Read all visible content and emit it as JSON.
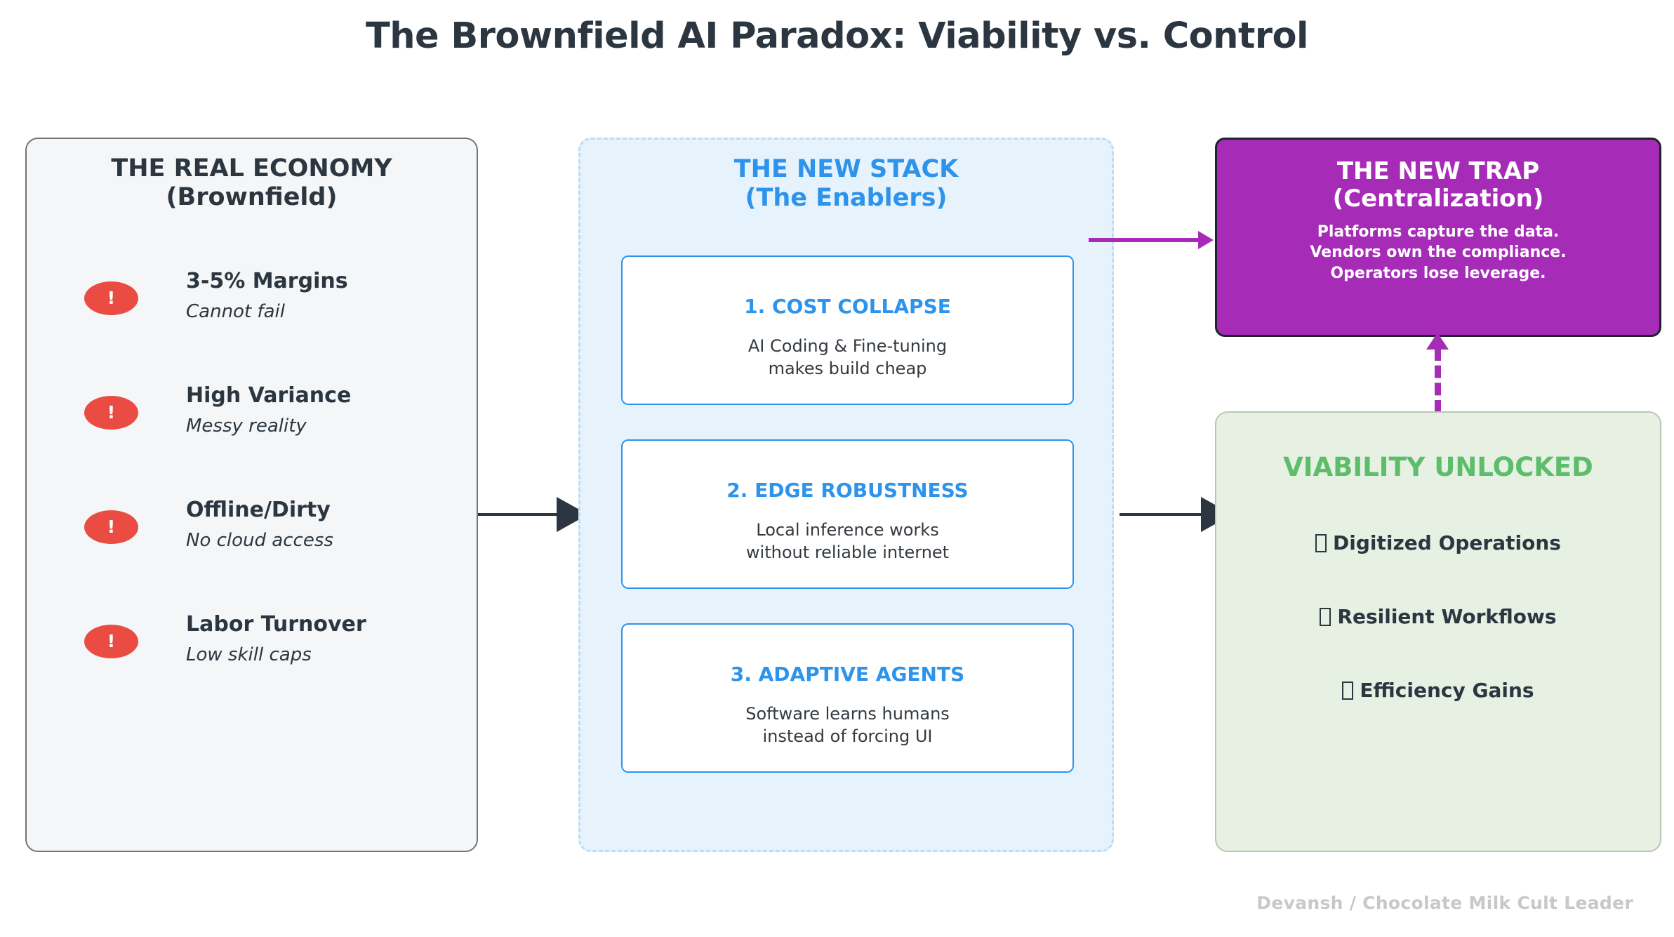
{
  "title": "The Brownfield AI Paradox: Viability vs. Control",
  "colors": {
    "accent_blue": "#2d93eb",
    "accent_purple": "#a62cb8",
    "accent_green": "#5cbd6a",
    "alert_red": "#ea4c44",
    "ink": "#2b3640",
    "panel_left_bg": "#f4f6f7",
    "panel_mid_bg": "#e6f3fd",
    "panel_green_bg": "#e6f0e3",
    "footer_gray": "#c6c8ca"
  },
  "left_panel": {
    "heading_line1": "THE REAL ECONOMY",
    "heading_line2": "(Brownfield)",
    "badge_glyph": "!",
    "items": [
      {
        "title": "3-5% Margins",
        "subtitle": "Cannot fail"
      },
      {
        "title": "High Variance",
        "subtitle": "Messy reality"
      },
      {
        "title": "Offline/Dirty",
        "subtitle": "No cloud access"
      },
      {
        "title": "Labor Turnover",
        "subtitle": "Low skill caps"
      }
    ]
  },
  "mid_panel": {
    "heading_line1": "THE NEW STACK",
    "heading_line2": "(The Enablers)",
    "cards": [
      {
        "title": "1. COST COLLAPSE",
        "body_line1": "AI Coding & Fine-tuning",
        "body_line2": "makes build cheap"
      },
      {
        "title": "2. EDGE ROBUSTNESS",
        "body_line1": "Local inference works",
        "body_line2": "without reliable internet"
      },
      {
        "title": "3. ADAPTIVE AGENTS",
        "body_line1": "Software learns humans",
        "body_line2": "instead of forcing UI"
      }
    ]
  },
  "trap_panel": {
    "heading_line1": "THE NEW TRAP",
    "heading_line2": "(Centralization)",
    "body_line1": "Platforms capture the data.",
    "body_line2": "Vendors own the compliance.",
    "body_line3": "Operators lose leverage."
  },
  "green_panel": {
    "heading": "VIABILITY UNLOCKED",
    "items": [
      {
        "label": "Digitized Operations"
      },
      {
        "label": "Resilient Workflows"
      },
      {
        "label": "Efficiency Gains"
      }
    ]
  },
  "footer": {
    "credit": "Devansh / Chocolate Milk Cult Leader"
  }
}
